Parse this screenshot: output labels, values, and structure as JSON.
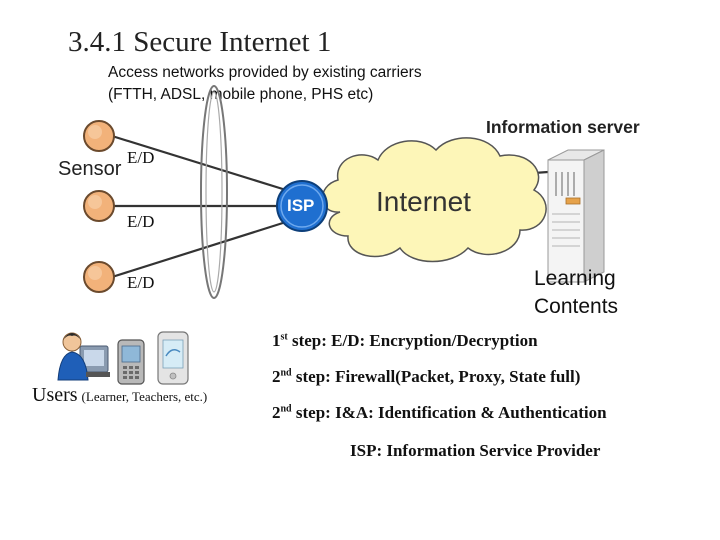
{
  "title": "3.4.1 Secure Internet 1",
  "access_note": {
    "line1": "Access networks provided by existing carriers",
    "line2": "(FTTH, ADSL, mobile phone, PHS etc)"
  },
  "labels": {
    "sensor": "Sensor",
    "ed": [
      "E/D",
      "E/D",
      "E/D"
    ],
    "isp": "ISP",
    "internet": "Internet",
    "information_server": "Information server",
    "learning_contents_line1": "Learning",
    "learning_contents_line2": "Contents",
    "users": "Users",
    "users_detail": "(Learner, Teachers, etc.)"
  },
  "steps": [
    {
      "num": "1",
      "suffix": "st",
      "text": "step: E/D: Encryption/Decryption"
    },
    {
      "num": "2",
      "suffix": "nd",
      "text": "step: Firewall(Packet, Proxy, State full)"
    },
    {
      "num": "2",
      "suffix": "nd",
      "text": "step: I&A: Identification & Authentication"
    }
  ],
  "isp_definition": "ISP: Information Service Provider",
  "colors": {
    "node_fill": "#f2b27a",
    "node_stroke": "#7a5030",
    "cloud_fill": "#fdf6b8",
    "isp_blue": "#1f6fd0",
    "line": "#333333"
  }
}
